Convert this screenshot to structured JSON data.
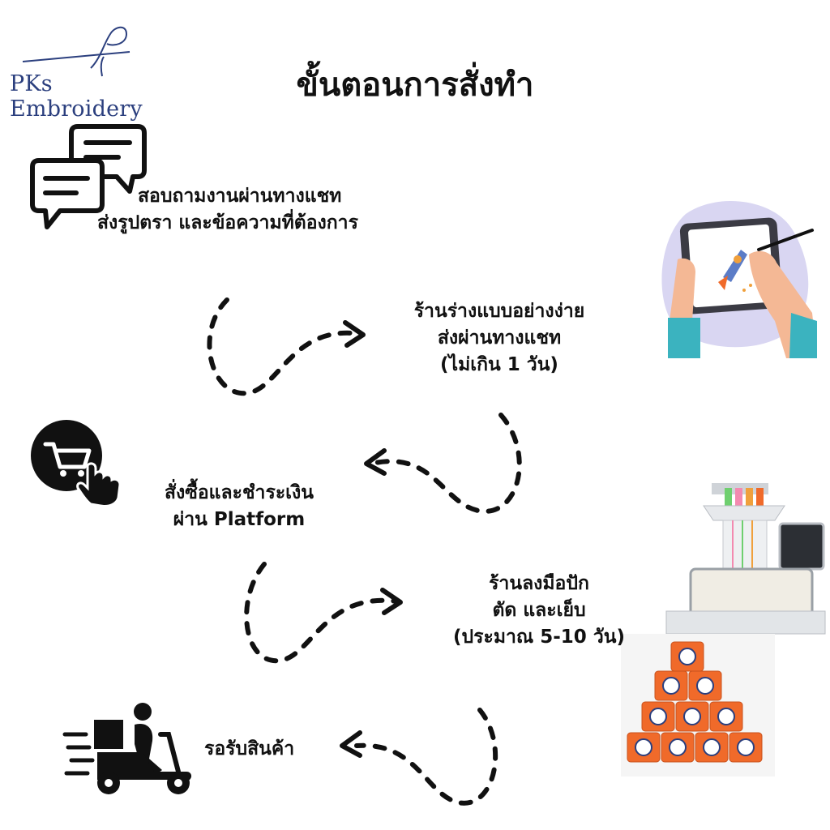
{
  "brand": {
    "name": "PKs Embroidery"
  },
  "title": "ขั้นตอนการสั่งทำ",
  "steps": [
    {
      "lines": [
        "สอบถามงานผ่านทางแชท",
        "ส่งรูปตรา และข้อความที่ต้องการ"
      ],
      "icon": "chat-bubbles-icon"
    },
    {
      "lines": [
        "ร้านร่างแบบอย่างง่าย",
        "ส่งผ่านทางแชท",
        "(ไม่เกิน 1 วัน)"
      ],
      "icon": "tablet-drawing-illustration"
    },
    {
      "lines": [
        "สั่งซื้อและชำระเงิน",
        "ผ่าน Platform"
      ],
      "icon": "shopping-cart-tap-icon"
    },
    {
      "lines": [
        "ร้านลงมือปัก",
        "ตัด และเย็บ",
        "(ประมาณ 5-10 วัน)"
      ],
      "icon": "embroidery-machine-photo"
    },
    {
      "lines": [
        "รอรับสินค้า"
      ],
      "icon": "delivery-scooter-icon"
    }
  ],
  "colors": {
    "brand": "#2b3f7e",
    "text": "#111111",
    "product": "#f06a2a",
    "sleeve": "#3bb3bf"
  }
}
